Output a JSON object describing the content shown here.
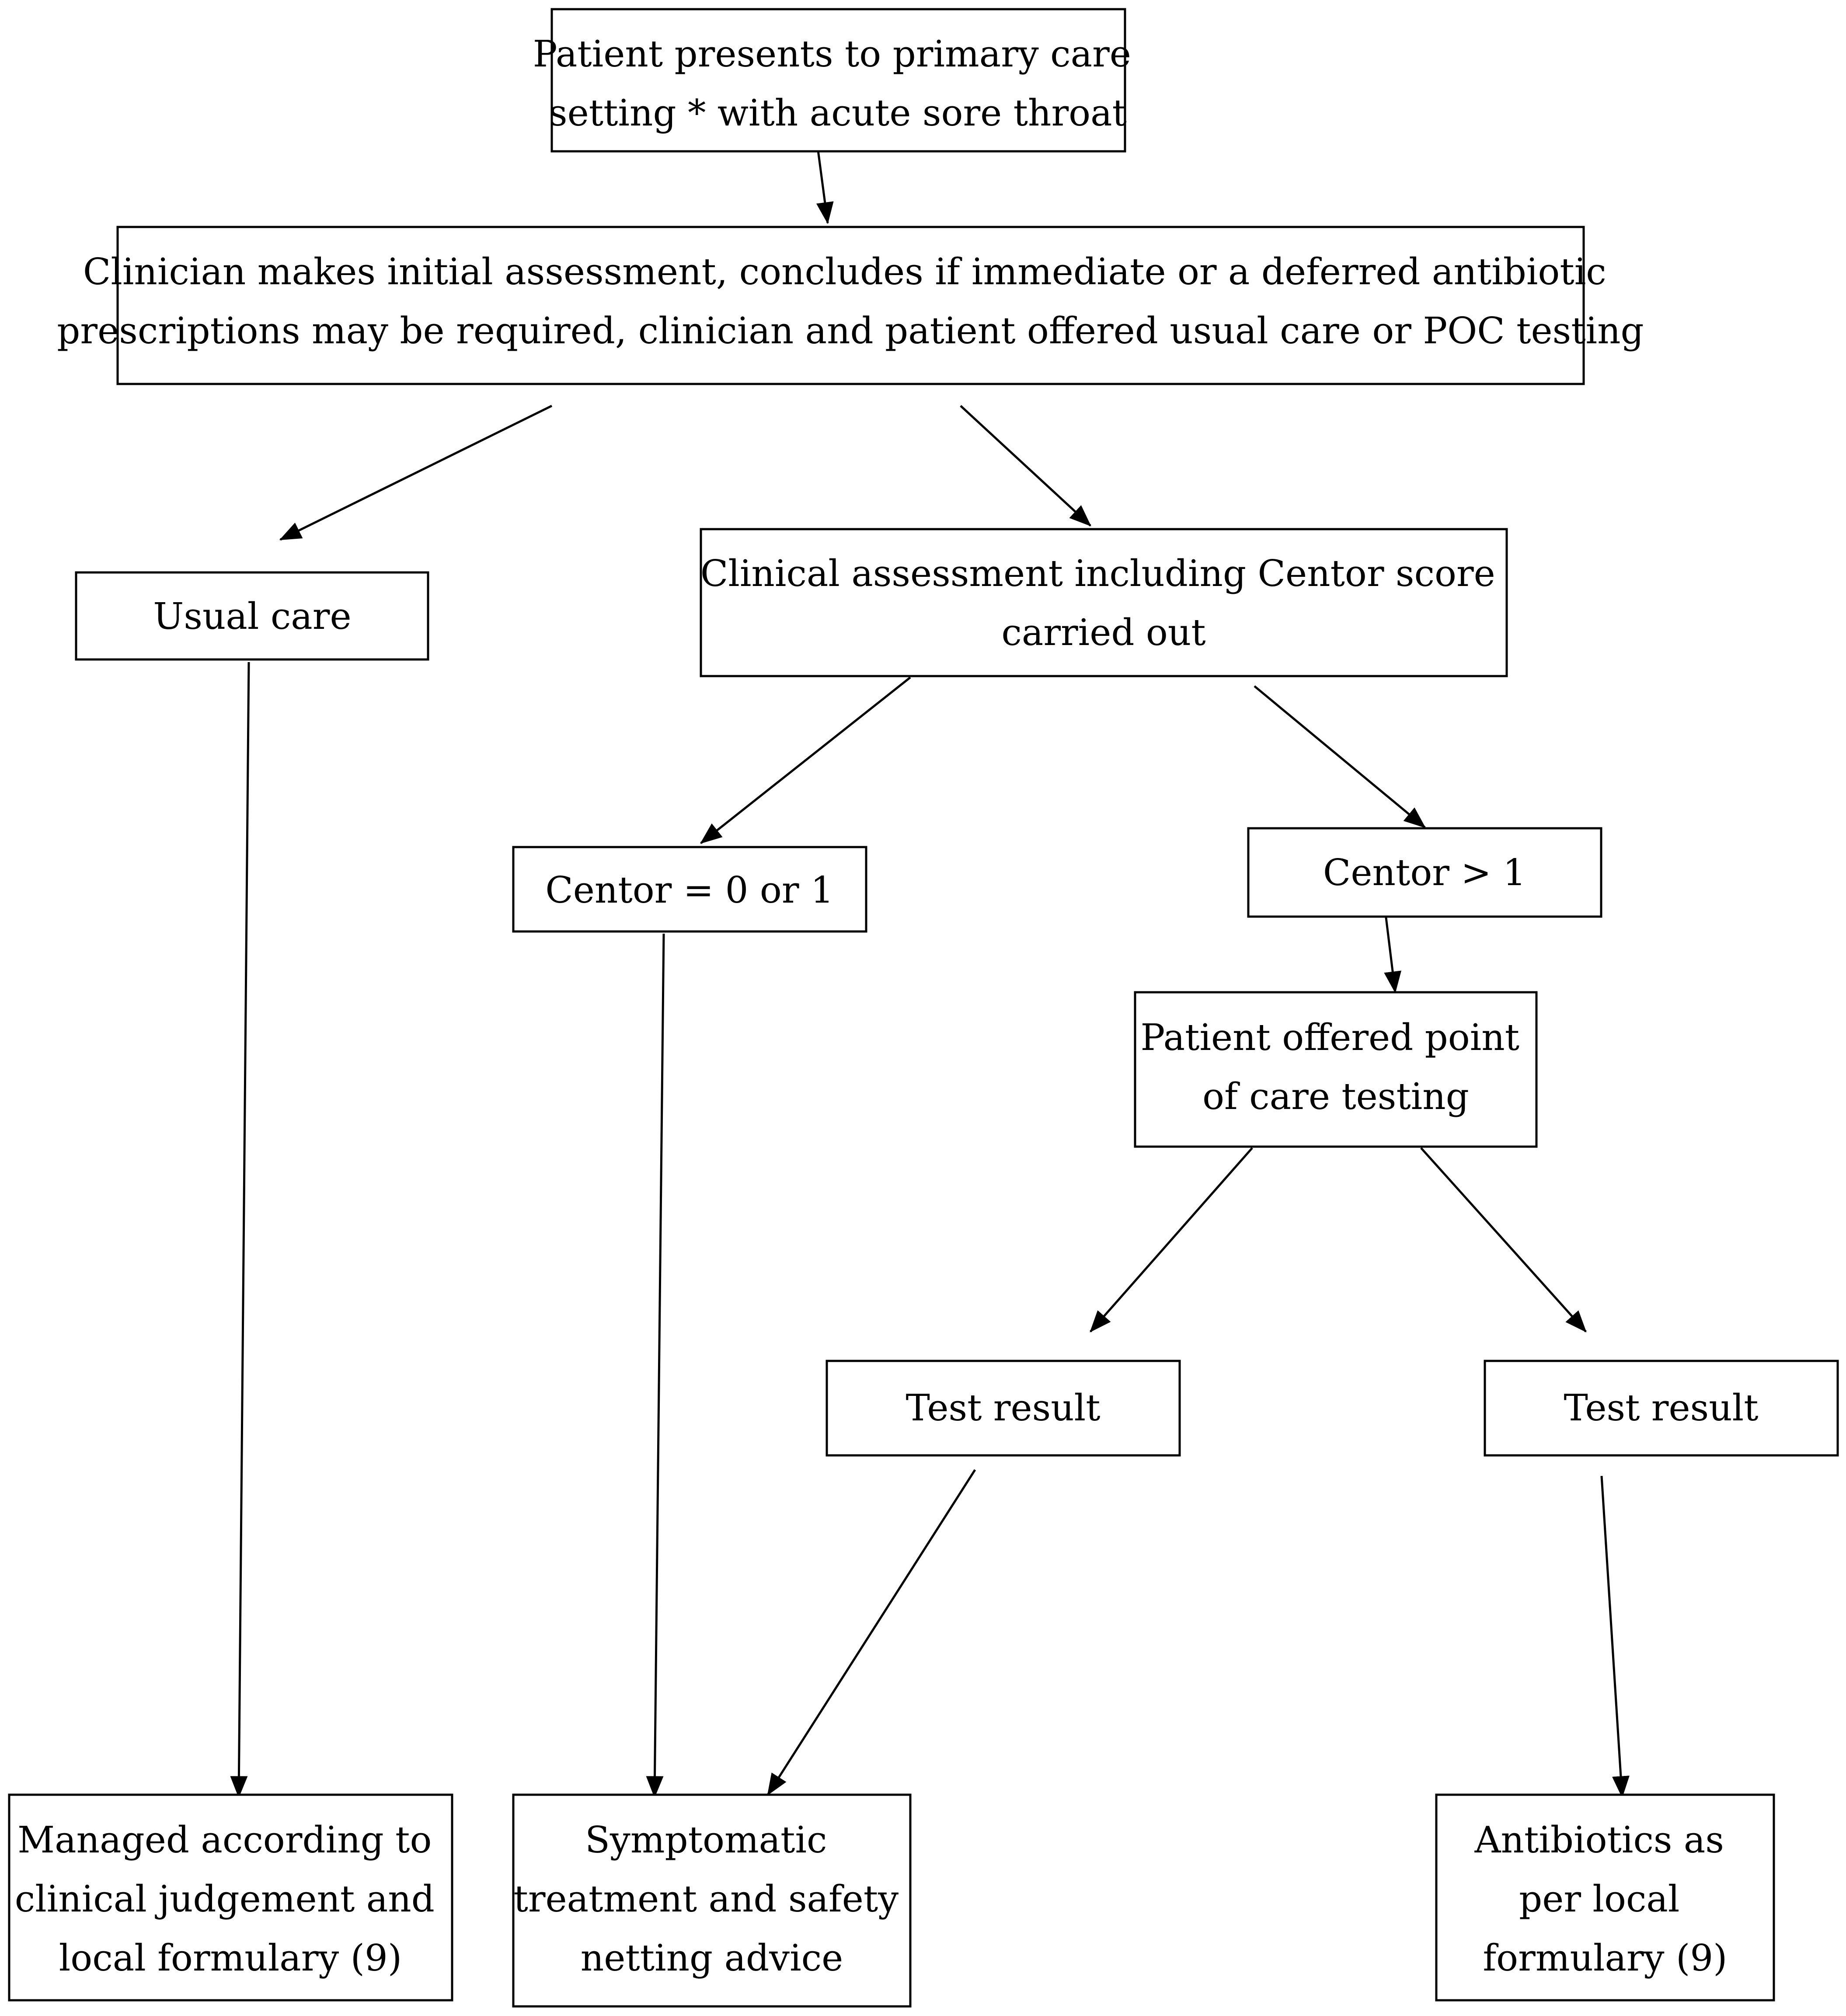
{
  "diagram": {
    "type": "flowchart",
    "colors": {
      "box_border": "#000000",
      "background": "#ffffff",
      "text": "#000000"
    },
    "nodes": {
      "presents": {
        "lines": [
          "Patient presents to primary care",
          "setting * with acute sore throat"
        ]
      },
      "initial_assessment": {
        "lines": [
          "Clinician makes initial assessment, concludes if immediate or a deferred antibiotic",
          "prescriptions may be required, clinician and patient offered usual care or POC testing"
        ]
      },
      "usual_care": {
        "lines": [
          "Usual care"
        ]
      },
      "clinical_assessment": {
        "lines": [
          "Clinical assessment including Centor score",
          "carried out"
        ]
      },
      "centor_low": {
        "lines": [
          "Centor = 0 or 1"
        ]
      },
      "centor_high": {
        "lines": [
          "Centor > 1"
        ]
      },
      "poc_offer": {
        "lines": [
          "Patient offered point",
          "of care testing"
        ]
      },
      "test_result_left": {
        "lines": [
          "Test result"
        ]
      },
      "test_result_right": {
        "lines": [
          "Test result"
        ]
      },
      "managed": {
        "lines": [
          "Managed according to",
          "clinical judgement and",
          "local formulary (9)"
        ]
      },
      "symptomatic": {
        "lines": [
          "Symptomatic",
          "treatment and safety",
          "netting advice"
        ]
      },
      "antibiotics": {
        "lines": [
          "Antibiotics as",
          "per local",
          "formulary (9)"
        ]
      }
    },
    "edges": [
      {
        "from": "presents",
        "to": "initial_assessment"
      },
      {
        "from": "initial_assessment",
        "to": "usual_care"
      },
      {
        "from": "initial_assessment",
        "to": "clinical_assessment"
      },
      {
        "from": "clinical_assessment",
        "to": "centor_low"
      },
      {
        "from": "clinical_assessment",
        "to": "centor_high"
      },
      {
        "from": "centor_high",
        "to": "poc_offer"
      },
      {
        "from": "poc_offer",
        "to": "test_result_left"
      },
      {
        "from": "poc_offer",
        "to": "test_result_right"
      },
      {
        "from": "usual_care",
        "to": "managed"
      },
      {
        "from": "centor_low",
        "to": "symptomatic"
      },
      {
        "from": "test_result_left",
        "to": "symptomatic"
      },
      {
        "from": "test_result_right",
        "to": "antibiotics"
      }
    ]
  }
}
